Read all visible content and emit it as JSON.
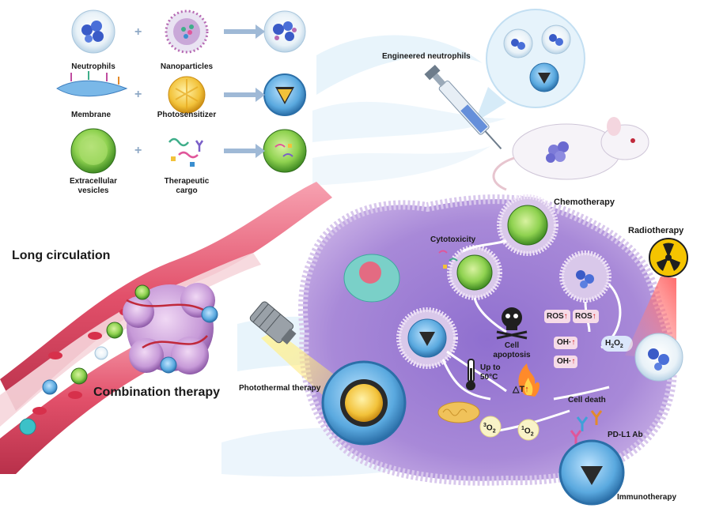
{
  "top_panel": {
    "rows": [
      {
        "left": "Neutrophils",
        "right": "Nanoparticles"
      },
      {
        "left": "Membrane",
        "right": "Photosensitizer"
      },
      {
        "left_line1": "Extracellular",
        "left_line2": "vesicles",
        "right_line1": "Therapeutic",
        "right_line2": "cargo"
      }
    ],
    "plus": "+",
    "engineered": "Engineered neutrophils"
  },
  "left_panel": {
    "long_circulation": "Long  circulation",
    "combination_therapy": "Combination therapy"
  },
  "tumor_cell": {
    "chemotherapy": "Chemotherapy",
    "radiotherapy": "Radiotherapy",
    "cytotoxicity": "Cytotoxicity",
    "h2o2": "H",
    "h2o2_sub": "2",
    "h2o2_end": "O",
    "h2o2_sub2": "2",
    "ros": "ROS",
    "arrow_up": "↑",
    "cell_apoptosis_line1": "Cell",
    "cell_apoptosis_line2": "apoptosis",
    "oh": "OH",
    "oh_dot": "·",
    "temp_line1": "Up to",
    "temp_line2": "50°C",
    "delta_t": "△T",
    "cell_death": "Cell death",
    "photothermal": "Photothermal therapy",
    "o2_sup": "3",
    "o2": "O",
    "o2_sub": "2",
    "singlet_sup": "1",
    "pdl1": "PD-L1 Ab",
    "immunotherapy": "Immunotherapy"
  },
  "icons": {
    "radiation": "radiation-icon",
    "skull": "skull-icon",
    "thermometer": "thermometer-icon",
    "flame": "flame-icon",
    "syringe": "syringe-icon",
    "mouse": "mouse-icon",
    "laser": "laser-icon"
  },
  "colors": {
    "background": "#ffffff",
    "cell_fill": "#b38fd4",
    "vessel": "#e2506a",
    "ev_green": "#7cc84a",
    "np_blue": "#3a8fd0",
    "glow": "#cfeaf8"
  }
}
